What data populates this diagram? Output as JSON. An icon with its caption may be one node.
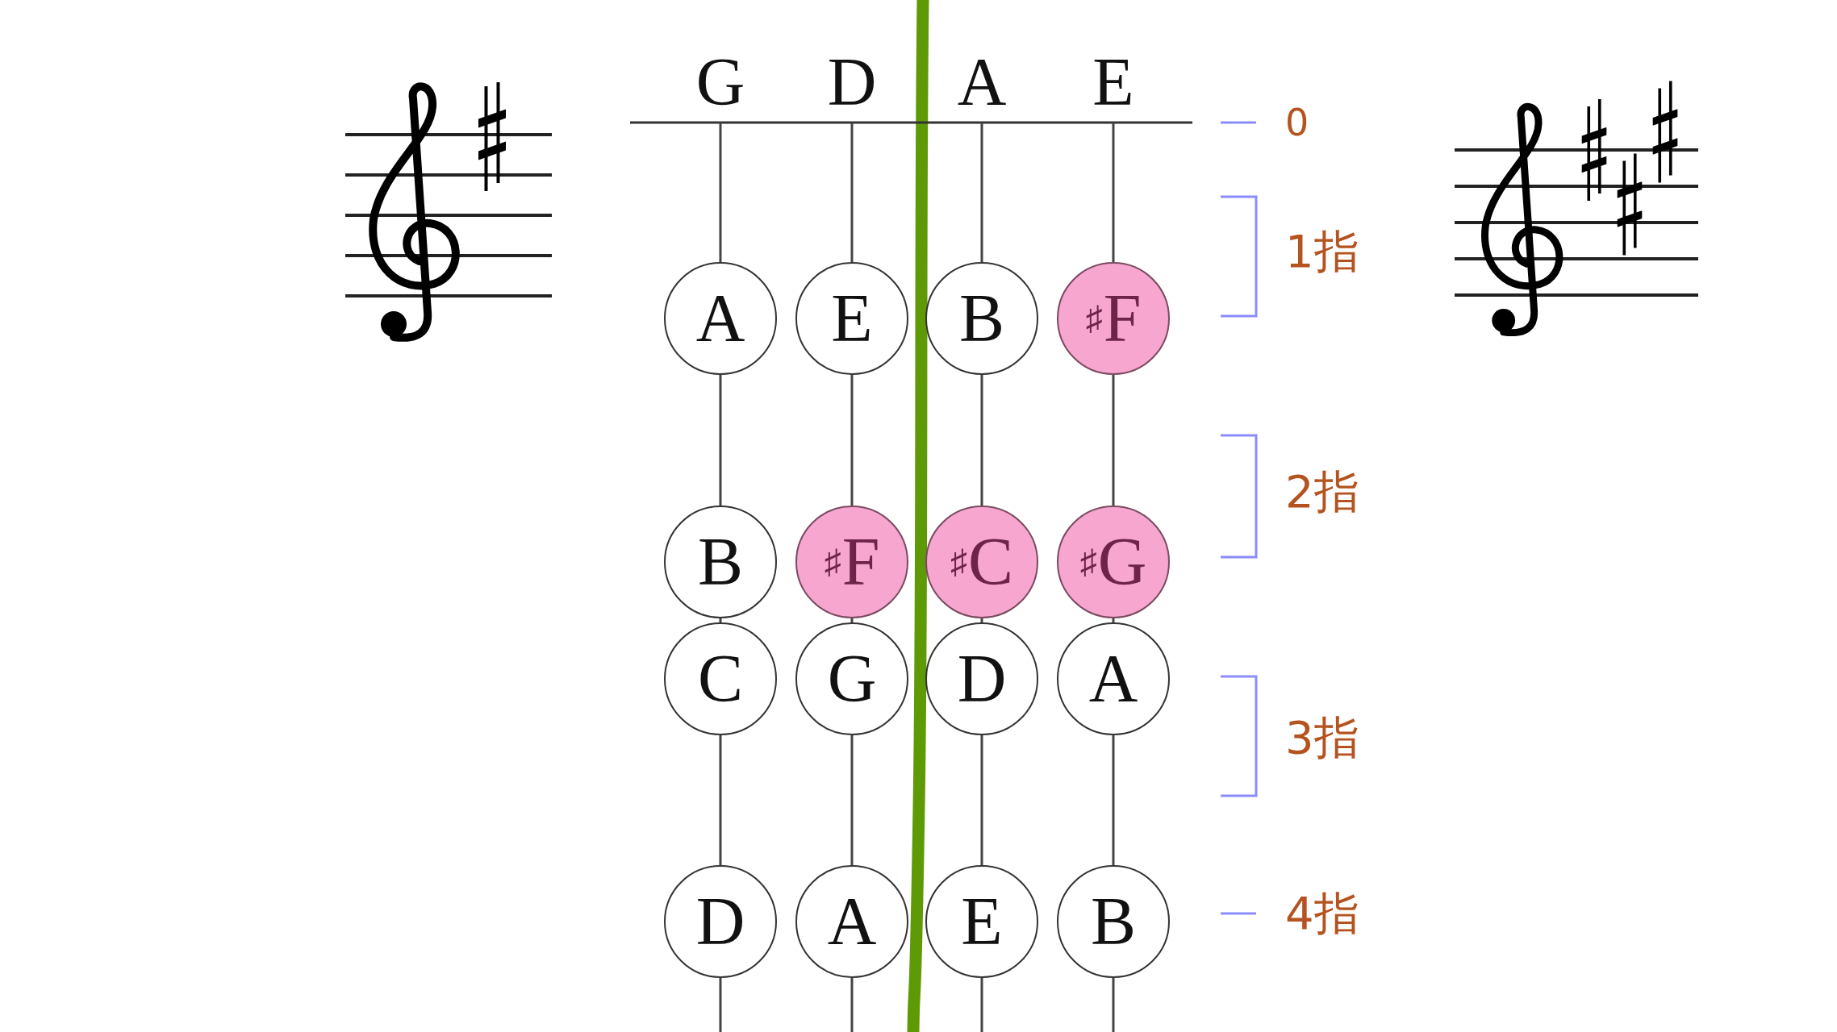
{
  "diagram": {
    "nodes": [
      {
        "text": [
          "A"
        ]
      },
      {
        "text": [
          "E"
        ]
      },
      {
        "text": [
          "B"
        ]
      },
      {
        "text": [
          "$^{♯}$F"
        ]
      },
      {
        "text": [
          "B"
        ]
      },
      {
        "text": [
          "$^{♯}$F"
        ]
      },
      {
        "text": [
          "$^{♯}$C"
        ]
      },
      {
        "text": [
          "$^{♯}$G"
        ]
      },
      {
        "text": [
          "C"
        ]
      },
      {
        "text": [
          "G"
        ]
      },
      {
        "text": [
          "D"
        ]
      },
      {
        "text": [
          "A"
        ]
      },
      {
        "text": [
          "D"
        ]
      },
      {
        "text": [
          "A"
        ]
      },
      {
        "text": [
          "E"
        ]
      },
      {
        "text": [
          "B"
        ]
      }
    ],
    "edges": [
      {
        "from": null,
        "to": 0,
        "arrow": "none"
      },
      {
        "from": 0,
        "to": 4,
        "arrow": "none"
      },
      {
        "from": 4,
        "to": 8,
        "arrow": "none"
      },
      {
        "from": 8,
        "to": 12,
        "arrow": "none"
      },
      {
        "from": 12,
        "to": null,
        "arrow": "none"
      },
      {
        "from": null,
        "to": 1,
        "arrow": "none"
      },
      {
        "from": 1,
        "to": 5,
        "arrow": "none"
      },
      {
        "from": 5,
        "to": 9,
        "arrow": "none"
      },
      {
        "from": 9,
        "to": 13,
        "arrow": "none"
      },
      {
        "from": 13,
        "to": null,
        "arrow": "none"
      },
      {
        "from": null,
        "to": 2,
        "arrow": "none"
      },
      {
        "from": 2,
        "to": 6,
        "arrow": "none"
      },
      {
        "from": 6,
        "to": 10,
        "arrow": "none"
      },
      {
        "from": 10,
        "to": 14,
        "arrow": "none"
      },
      {
        "from": 14,
        "to": null,
        "arrow": "none"
      },
      {
        "from": null,
        "to": 3,
        "arrow": "none"
      },
      {
        "from": 3,
        "to": 7,
        "arrow": "none"
      },
      {
        "from": 7,
        "to": 11,
        "arrow": "none"
      },
      {
        "from": 11,
        "to": 15,
        "arrow": "none"
      },
      {
        "from": 15,
        "to": null,
        "arrow": "none"
      }
    ],
    "labels": [
      "G",
      "D",
      "A",
      "E",
      "0",
      "1指",
      "2指",
      "3指",
      "4指"
    ]
  }
}
